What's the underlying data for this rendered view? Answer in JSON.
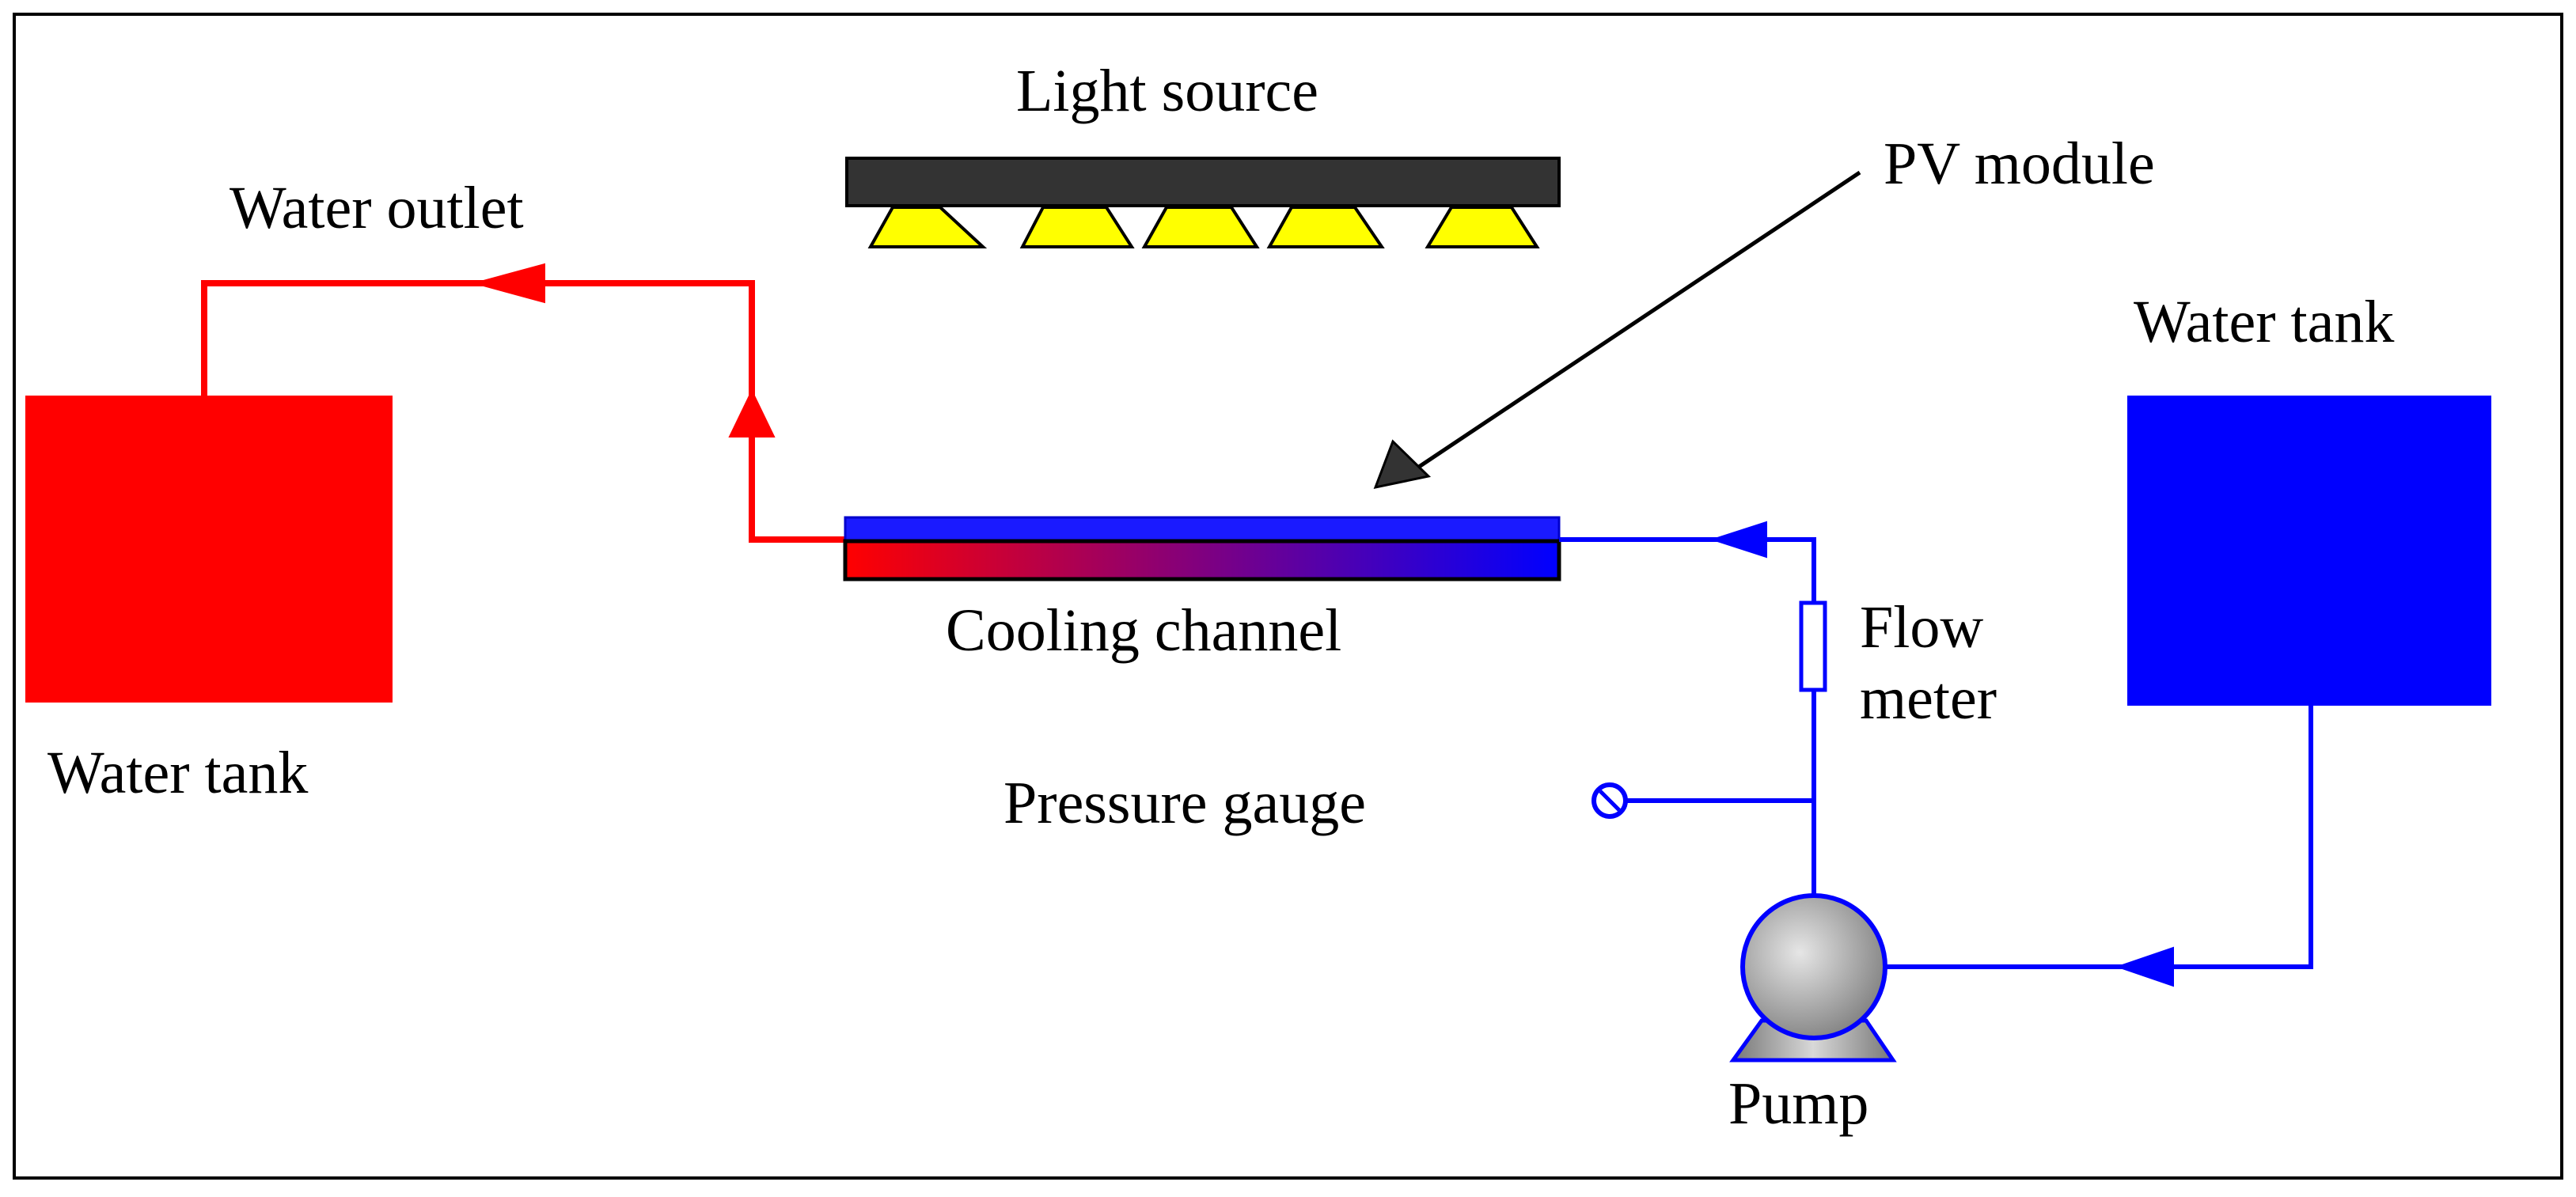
{
  "labels": {
    "light_source": "Light source",
    "pv_module": "PV module",
    "water_outlet": "Water outlet",
    "water_tank_left": "Water tank",
    "water_tank_right": "Water tank",
    "cooling_channel": "Cooling channel",
    "flow_meter_line1": "Flow",
    "flow_meter_line2": "meter",
    "pressure_gauge": "Pressure gauge",
    "pump": "Pump"
  },
  "colors": {
    "hot_water": "#ff0000",
    "cold_water": "#0000ff",
    "light_bar": "#333333",
    "lamp": "#ffff00",
    "pump_body": "#a0a0a0"
  },
  "icons": {
    "lamp": "lamp-icon",
    "pump": "pump-icon",
    "flow_meter": "flow-meter-icon",
    "pressure_gauge": "pressure-gauge-icon",
    "flow_arrow": "arrow-icon"
  }
}
